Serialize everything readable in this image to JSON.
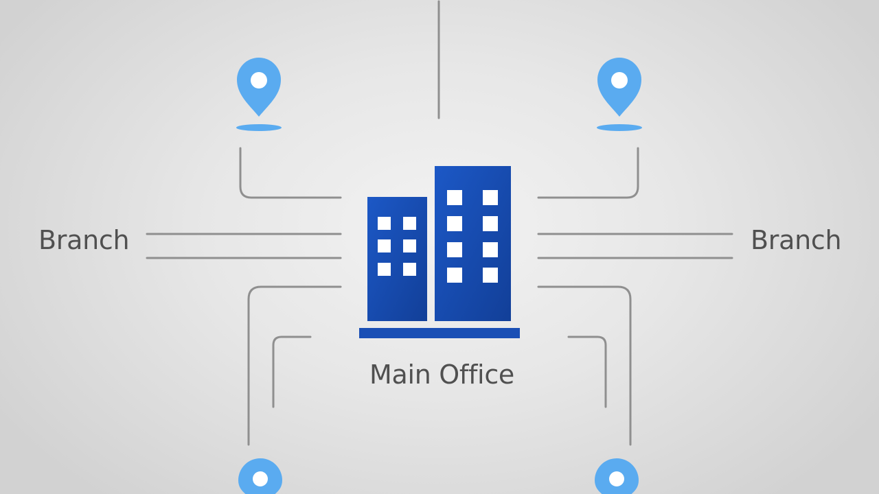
{
  "diagram": {
    "center_label": "Main Office",
    "branch_left_label": "Branch",
    "branch_right_label": "Branch",
    "icons": {
      "center": "office-building-icon",
      "branch_markers": "location-pin-icon"
    },
    "colors": {
      "background": "#e6e6e6",
      "connector": "#8f8f8f",
      "building": "#1a4fb5",
      "building_windows": "#ffffff",
      "pin": "#5aabf0",
      "label_text": "#505050"
    }
  }
}
